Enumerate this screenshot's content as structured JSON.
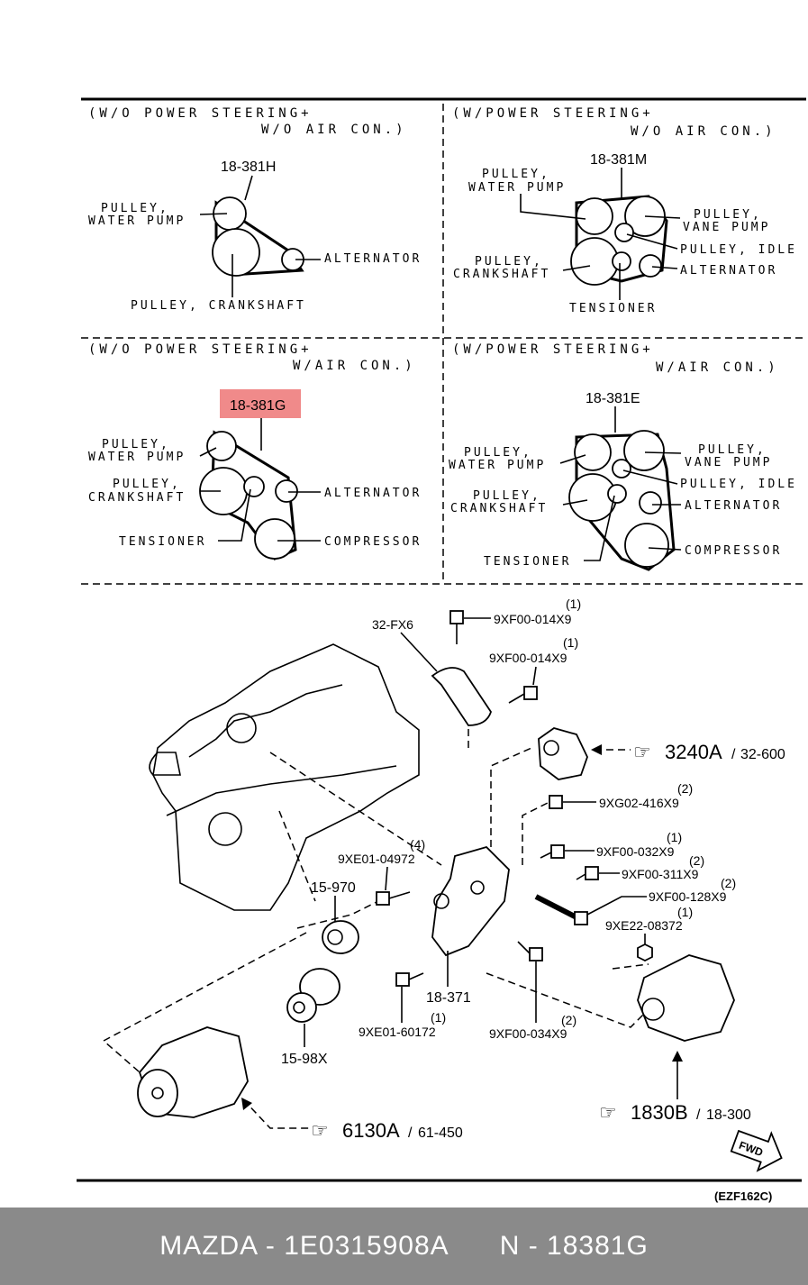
{
  "panels": {
    "top_left": {
      "title_line1": "(W/O POWER STEERING+",
      "title_line2": "W/O AIR CON.)",
      "belt_part": "18-381H",
      "labels": {
        "water_pump": [
          "PULLEY,",
          "WATER PUMP"
        ],
        "alternator": "ALTERNATOR",
        "crankshaft": "PULLEY, CRANKSHAFT"
      }
    },
    "top_right": {
      "title_line1": "(W/POWER STEERING+",
      "title_line2": "W/O AIR CON.)",
      "belt_part": "18-381M",
      "labels": {
        "water_pump": [
          "PULLEY,",
          "WATER PUMP"
        ],
        "vane_pump": [
          "PULLEY,",
          "VANE PUMP"
        ],
        "idle": "PULLEY, IDLE",
        "alternator": "ALTERNATOR",
        "crankshaft": [
          "PULLEY,",
          "CRANKSHAFT"
        ],
        "tensioner": "TENSIONER"
      }
    },
    "bottom_left": {
      "title_line1": "(W/O POWER STEERING+",
      "title_line2": "W/AIR CON.)",
      "belt_part": "18-381G",
      "highlight_color": "#f08a8a",
      "labels": {
        "water_pump": [
          "PULLEY,",
          "WATER PUMP"
        ],
        "crankshaft": [
          "PULLEY,",
          "CRANKSHAFT"
        ],
        "alternator": "ALTERNATOR",
        "tensioner": "TENSIONER",
        "compressor": "COMPRESSOR"
      }
    },
    "bottom_right": {
      "title_line1": "(W/POWER STEERING+",
      "title_line2": "W/AIR CON.)",
      "belt_part": "18-381E",
      "labels": {
        "water_pump": [
          "PULLEY,",
          "WATER PUMP"
        ],
        "vane_pump": [
          "PULLEY,",
          "VANE PUMP"
        ],
        "idle": "PULLEY, IDLE",
        "crankshaft": [
          "PULLEY,",
          "CRANKSHAFT"
        ],
        "alternator": "ALTERNATOR",
        "tensioner": "TENSIONER",
        "compressor": "COMPRESSOR"
      }
    }
  },
  "parts": {
    "cover": "32-FX6",
    "bolt_1": "9XF00-014X9",
    "bolt_1_qty": "(1)",
    "bolt_2": "9XF00-014X9",
    "bolt_2_qty": "(1)",
    "ref_pump": "3240A",
    "ref_pump_page": "32-600",
    "bolt_3": "9XG02-416X9",
    "bolt_3_qty": "(2)",
    "bolt_4": "9XF00-032X9",
    "bolt_4_qty": "(1)",
    "nut_1": "9XE01-04972",
    "nut_1_qty": "(4)",
    "bolt_5": "9XF00-311X9",
    "bolt_5_qty": "(2)",
    "pulley_idle": "15-970",
    "bolt_6": "9XF00-128X9",
    "bolt_6_qty": "(2)",
    "nut_2": "9XE22-08372",
    "nut_2_qty": "(1)",
    "bracket": "18-371",
    "bolt_7": "9XE01-60172",
    "bolt_7_qty": "(1)",
    "bolt_8": "9XF00-034X9",
    "bolt_8_qty": "(2)",
    "tensioner": "15-98X",
    "ref_compressor": "6130A",
    "ref_compressor_page": "61-450",
    "ref_alternator": "1830B",
    "ref_alternator_page": "18-300",
    "fwd": "FWD",
    "figure_code": "(EZF162C)"
  },
  "footer": {
    "brand": "MAZDA - 1E0315908A",
    "part": "N - 18381G"
  }
}
